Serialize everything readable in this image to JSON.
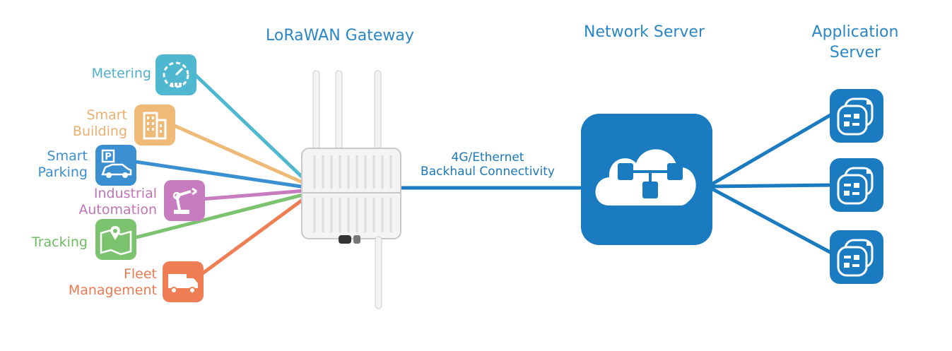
{
  "headings": {
    "gateway": "LoRaWAN Gateway",
    "network_server": "Network Server",
    "application_server_line1": "Application",
    "application_server_line2": "Server"
  },
  "backhaul": {
    "line1": "4G/Ethernet",
    "line2": "Backhaul Connectivity"
  },
  "applications": [
    {
      "line1": "Metering",
      "line2": "",
      "icon": "meter-gauge-icon",
      "color": "#4fb8d0"
    },
    {
      "line1": "Smart",
      "line2": "Building",
      "icon": "building-icon",
      "color": "#efb978"
    },
    {
      "line1": "Smart",
      "line2": "Parking",
      "icon": "parking-car-icon",
      "color": "#3a8fd0"
    },
    {
      "line1": "Industrial",
      "line2": "Automation",
      "icon": "robot-arm-icon",
      "color": "#c77cc0"
    },
    {
      "line1": "Tracking",
      "line2": "",
      "icon": "map-pin-icon",
      "color": "#7cc36f"
    },
    {
      "line1": "Fleet",
      "line2": "Management",
      "icon": "truck-icon",
      "color": "#ef7e55"
    }
  ],
  "colors": {
    "backhaul_line": "#1b7bc1",
    "server_blue": "#1b7bc1",
    "heading_text": "#2a86c4"
  },
  "icons": {
    "gateway": "lorawan-gateway-device-icon",
    "network_server": "cloud-network-icon",
    "application_server": "app-server-icon"
  }
}
